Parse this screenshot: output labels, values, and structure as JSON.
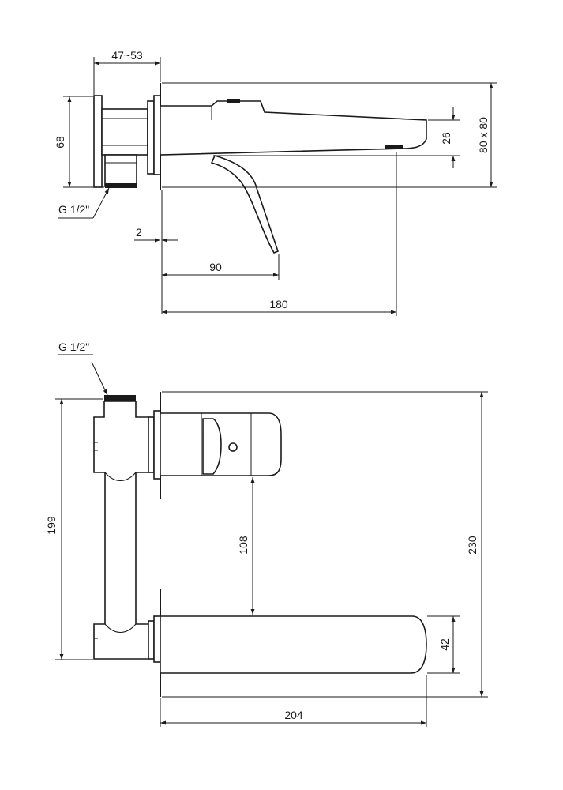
{
  "dimensions": {
    "top_width": "47~53",
    "top_height": "68",
    "top_thread": "G 1/2\"",
    "wall_gap": "2",
    "handle_reach": "90",
    "spout_reach": "180",
    "spout_height": "26",
    "plate": "80 x 80",
    "front_thread": "G 1/2\"",
    "front_pipe_height": "199",
    "front_gap": "108",
    "front_total_height": "230",
    "front_spout_height": "42",
    "front_spout_length": "204"
  }
}
